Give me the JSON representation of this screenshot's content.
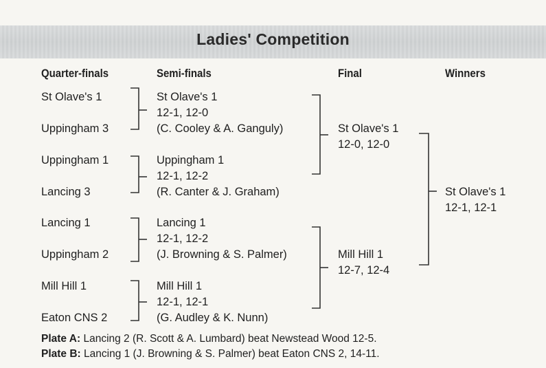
{
  "title": "Ladies' Competition",
  "headers": {
    "quarter_finals": "Quarter-finals",
    "semi_finals": "Semi-finals",
    "final": "Final",
    "winners": "Winners"
  },
  "quarter_finals": [
    "St Olave's 1",
    "Uppingham 3",
    "Uppingham 1",
    "Lancing 3",
    "Lancing 1",
    "Uppingham 2",
    "Mill Hill 1",
    "Eaton CNS 2"
  ],
  "semi_finals": [
    {
      "team": "St Olave's 1",
      "score": "12-1, 12-0",
      "players": "(C. Cooley & A. Ganguly)"
    },
    {
      "team": "Uppingham 1",
      "score": "12-1, 12-2",
      "players": "(R. Canter & J. Graham)"
    },
    {
      "team": "Lancing 1",
      "score": "12-1, 12-2",
      "players": "(J. Browning & S. Palmer)"
    },
    {
      "team": "Mill Hill 1",
      "score": "12-1, 12-1",
      "players": "(G. Audley & K. Nunn)"
    }
  ],
  "final": [
    {
      "team": "St Olave's 1",
      "score": "12-0, 12-0"
    },
    {
      "team": "Mill Hill 1",
      "score": "12-7, 12-4"
    }
  ],
  "winner": {
    "team": "St Olave's 1",
    "score": "12-1, 12-1"
  },
  "plates": [
    {
      "label": "Plate A:",
      "text": "Lancing 2 (R. Scott & A. Lumbard) beat Newstead Wood 12-5."
    },
    {
      "label": "Plate B:",
      "text": "Lancing 1 (J. Browning & S. Palmer) beat Eaton CNS 2, 14-11."
    }
  ]
}
